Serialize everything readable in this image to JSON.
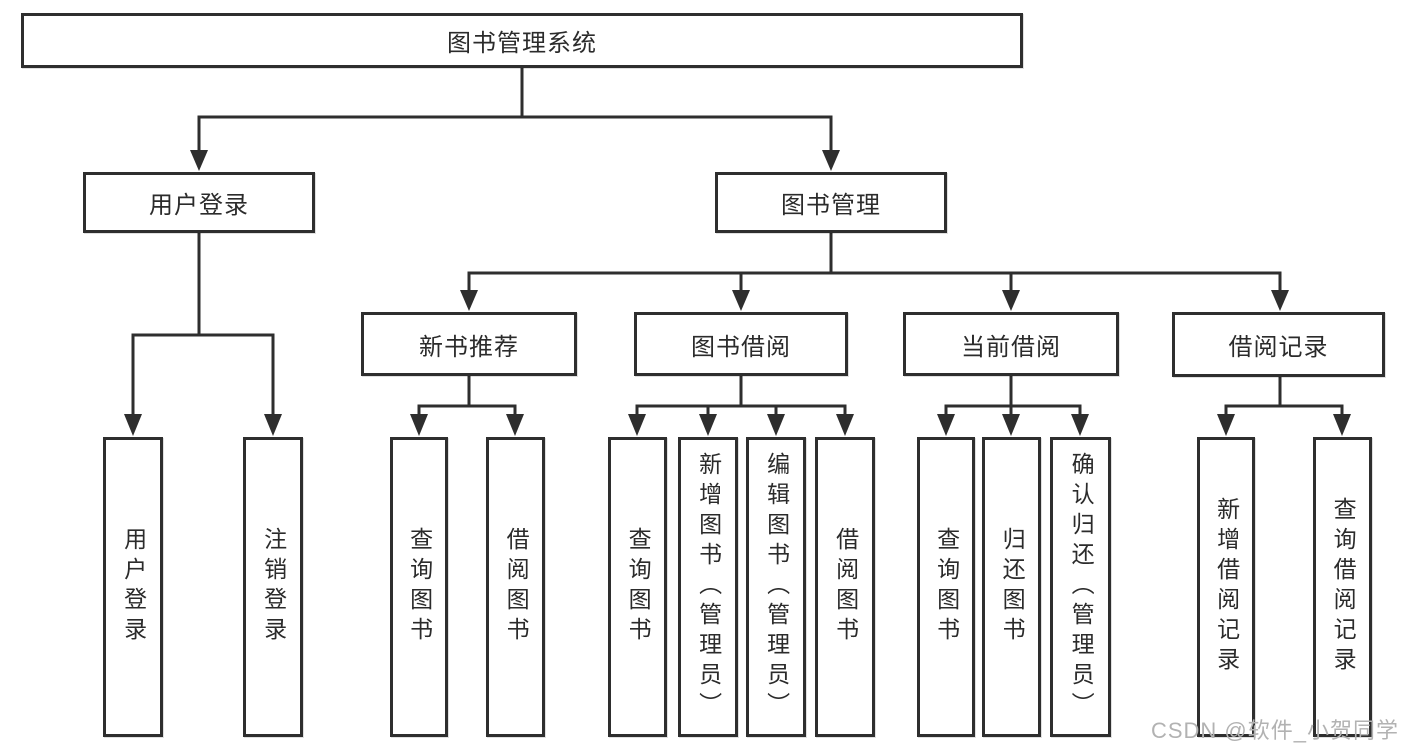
{
  "colors": {
    "background": "#ffffff",
    "line": "#2e2e2e",
    "box_border": "#2e2e2e",
    "text": "#2b2b2b",
    "watermark": "#b2b2b2"
  },
  "diagram": {
    "root": {
      "label": "图书管理系统"
    },
    "level1": [
      {
        "label": "用户登录"
      },
      {
        "label": "图书管理"
      }
    ],
    "level2": [
      {
        "label": "新书推荐"
      },
      {
        "label": "图书借阅"
      },
      {
        "label": "当前借阅"
      },
      {
        "label": "借阅记录"
      }
    ],
    "leaves": {
      "user_login": [
        {
          "label": "用户登录"
        },
        {
          "label": "注销登录"
        }
      ],
      "new_book_recommend": [
        {
          "label": "查询图书"
        },
        {
          "label": "借阅图书"
        }
      ],
      "book_borrow": [
        {
          "label": "查询图书"
        },
        {
          "label": "新增图书（管理员）"
        },
        {
          "label": "编辑图书（管理员）"
        },
        {
          "label": "借阅图书"
        }
      ],
      "current_borrow": [
        {
          "label": "查询图书"
        },
        {
          "label": "归还图书"
        },
        {
          "label": "确认归还（管理员）"
        }
      ],
      "borrow_records": [
        {
          "label": "新增借阅记录"
        },
        {
          "label": "查询借阅记录"
        }
      ]
    }
  },
  "watermark": {
    "text": "CSDN @软件_小贺同学"
  }
}
